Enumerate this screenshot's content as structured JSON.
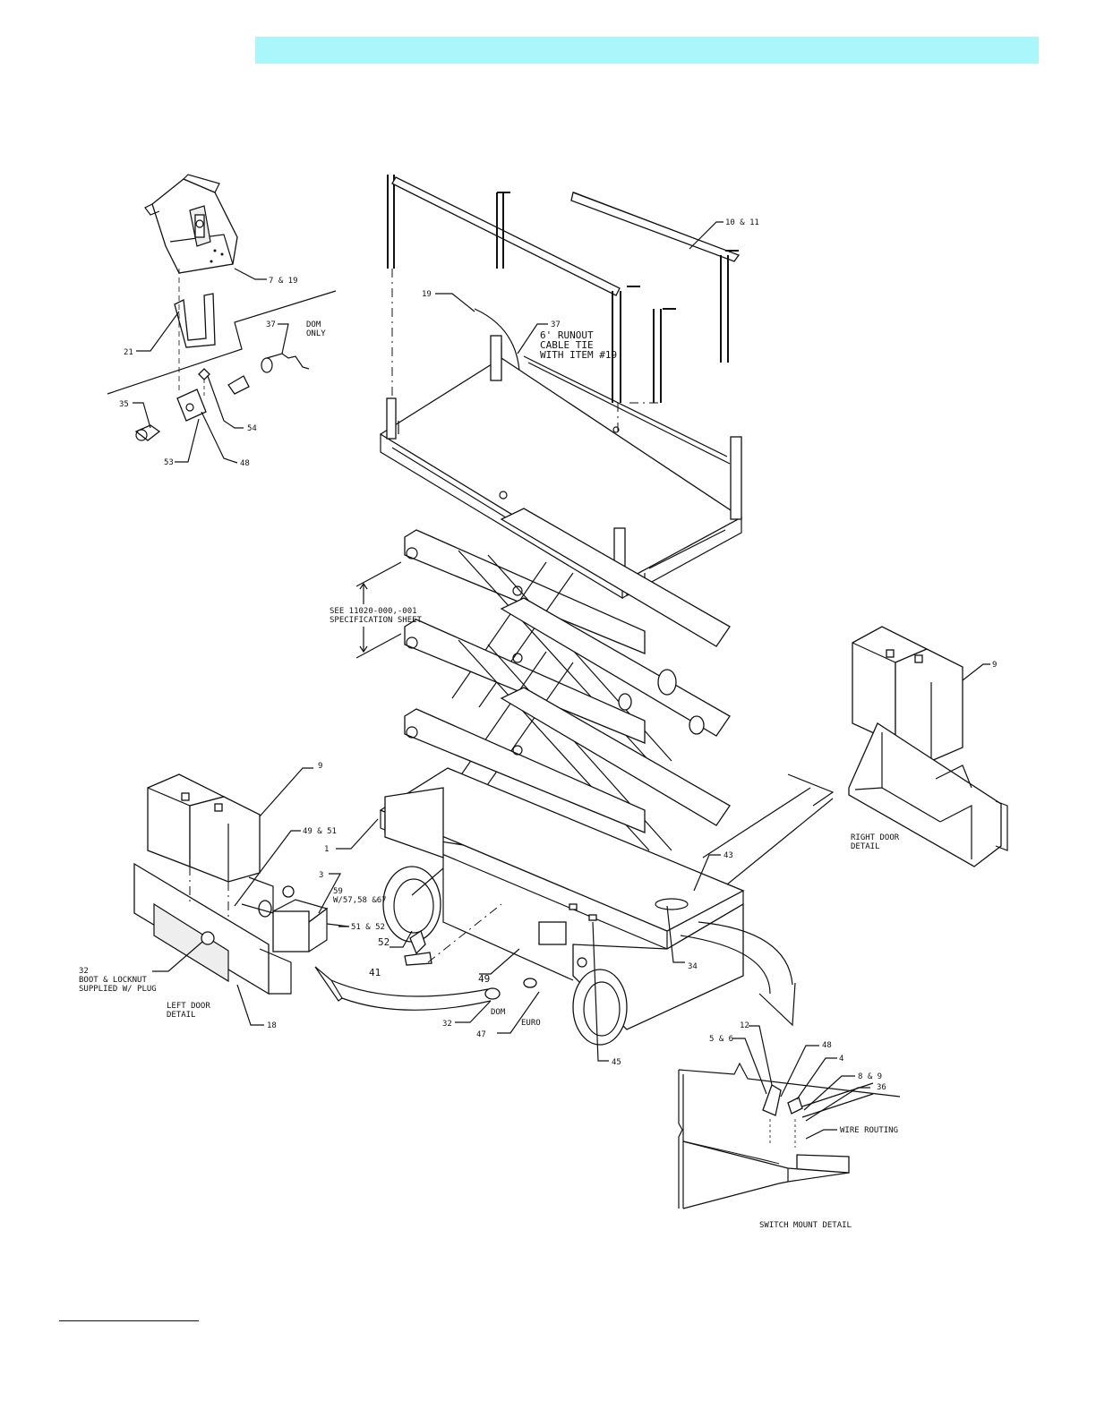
{
  "header": {
    "band_color": "#aaf7fb"
  },
  "callouts": {
    "c_7_19": "7 & 19",
    "c_21": "21",
    "c_37_top": "37",
    "dom_only": "DOM",
    "dom_only2": "ONLY",
    "c_35": "35",
    "c_54": "54",
    "c_53": "53",
    "c_48_top": "48",
    "c_19": "19",
    "c_37_mid": "37",
    "runout1": "6' RUNOUT",
    "runout2": "CABLE TIE",
    "runout3": "WITH ITEM #19",
    "c_10_11": "10 & 11",
    "spec1": "SEE 11020-000,-001",
    "spec2": "SPECIFICATION SHEET",
    "c_9_right": "9",
    "right_door1": "RIGHT DOOR",
    "right_door2": "DETAIL",
    "c_9_left": "9",
    "c_1": "1",
    "c_49_51": "49 & 51",
    "c_3": "3",
    "c_59": "59",
    "c_59b": "W/57,58 &67",
    "c_51_52": "51 & 52",
    "c_52": "52",
    "c_41": "41",
    "c_49": "49",
    "c_43": "43",
    "c_34": "34",
    "c_32_left": "32",
    "boot1": "BOOT & LOCKNUT",
    "boot2": "SUPPLIED W/ PLUG",
    "left_door1": "LEFT DOOR",
    "left_door2": "DETAIL",
    "c_18": "18",
    "c_32_bottom": "32",
    "dom": "DOM",
    "c_47": "47",
    "euro": "EURO",
    "c_45": "45",
    "c_12": "12",
    "c_5_6": "5 & 6",
    "c_48_sw": "48",
    "c_4": "4",
    "c_8_9": "8 & 9",
    "c_36": "36",
    "wire_routing": "WIRE ROUTING",
    "switch_mount": "SWITCH MOUNT DETAIL"
  }
}
